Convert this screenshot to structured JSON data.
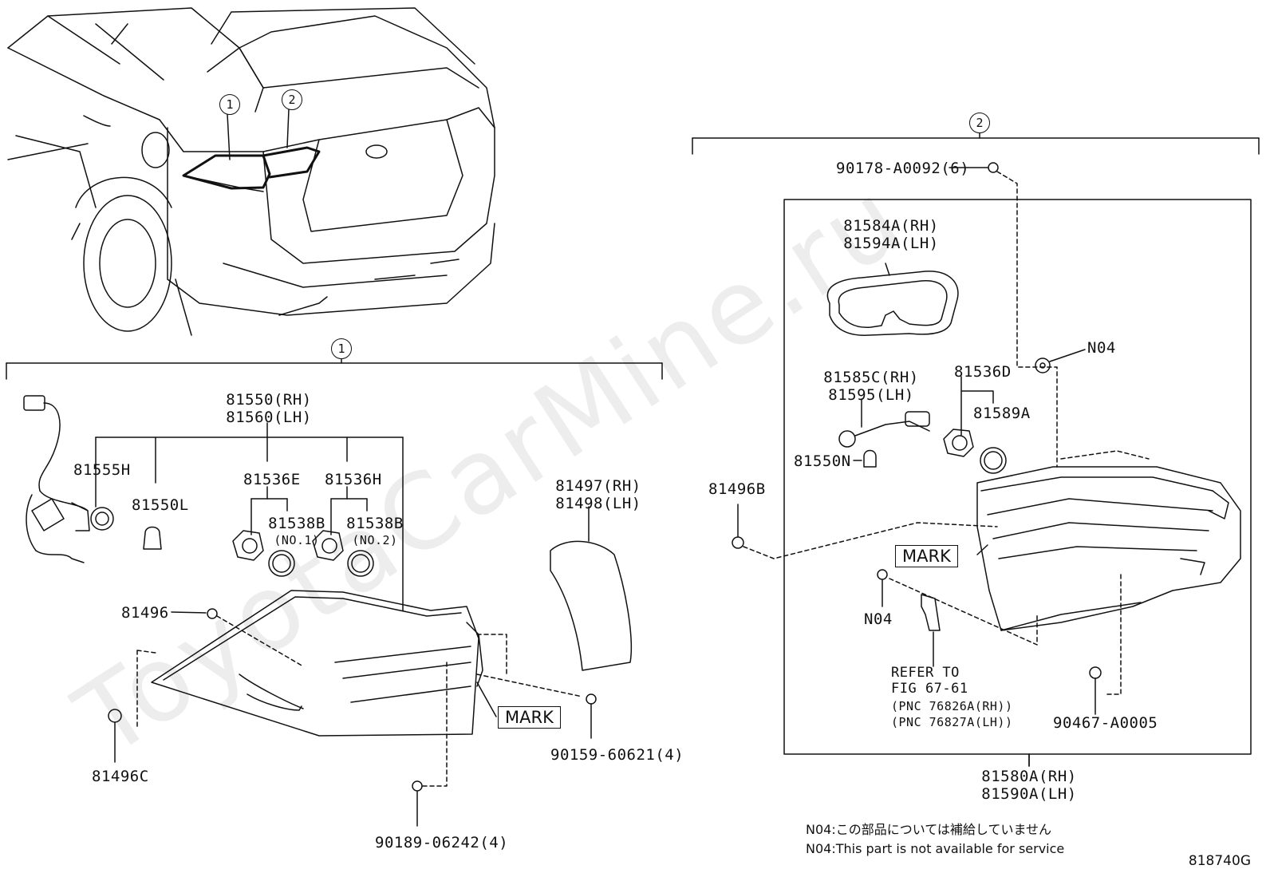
{
  "watermark": "ToyotaCarMine.ru",
  "diagram_code": "818740G",
  "callouts": {
    "one": "1",
    "two": "2"
  },
  "group1": {
    "assembly_rh": "81550(RH)",
    "assembly_lh": "81560(LH)",
    "socket_wire": "81555H",
    "bulb": "81550L",
    "socket_e": "81536E",
    "socket_h": "81536H",
    "gasket1": "81538B",
    "gasket1_note": "(NO.1)",
    "gasket2": "81538B",
    "gasket2_note": "(NO.2)",
    "reflector_rh": "81497(RH)",
    "reflector_lh": "81498(LH)",
    "nut": "81496",
    "clip": "81496C",
    "screw_side": "90159-60621(4)",
    "screw_bottom": "90189-06242(4)",
    "mark": "MARK"
  },
  "group2": {
    "bolt": "90178-A0092(6)",
    "gasket_rh": "81584A(RH)",
    "gasket_lh": "81594A(LH)",
    "n04_upper": "N04",
    "socket_wire_rh": "81585C(RH)",
    "socket_wire_lh": "81595(LH)",
    "socket": "81536D",
    "gasket": "81589A",
    "bulb": "81550N",
    "nut": "81496B",
    "mark": "MARK",
    "n04_lower": "N04",
    "refer_1": "REFER TO",
    "refer_2": "FIG 67-61",
    "refer_3": "(PNC 76826A(RH))",
    "refer_4": "(PNC 76827A(LH))",
    "clip": "90467-A0005",
    "assembly_rh": "81580A(RH)",
    "assembly_lh": "81590A(LH)"
  },
  "notes": {
    "jp": "N04:この部品については補給していません",
    "en": "N04:This part is not available for service"
  }
}
